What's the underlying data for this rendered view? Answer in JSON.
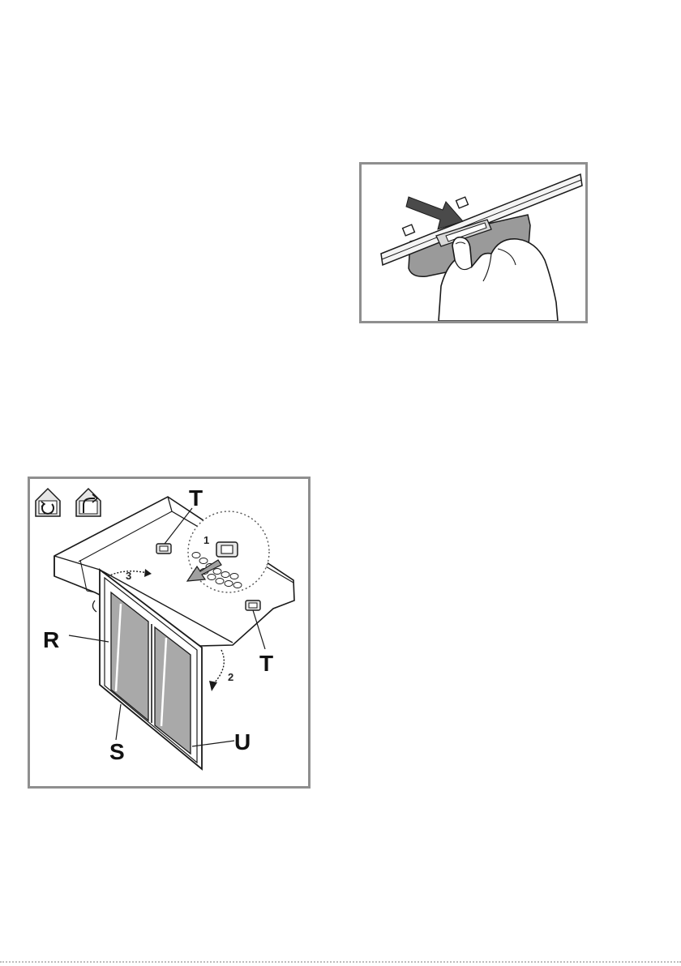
{
  "figure_bottom": {
    "icons": [
      "recirculation-mode-icon",
      "extraction-mode-icon"
    ],
    "labels": {
      "t_top": "T",
      "t_right": "T",
      "r": "R",
      "s": "S",
      "u": "U"
    },
    "steps": {
      "one": "1",
      "two": "2",
      "three": "3"
    }
  },
  "figure_top": {
    "icons": [
      "push-arrow-icon",
      "hand-icon"
    ]
  },
  "colors": {
    "frame": "#8f8f8f",
    "line": "#1a1a1a",
    "filter_fill": "#a9a9a9",
    "plate_fill": "#9a9a9a"
  }
}
